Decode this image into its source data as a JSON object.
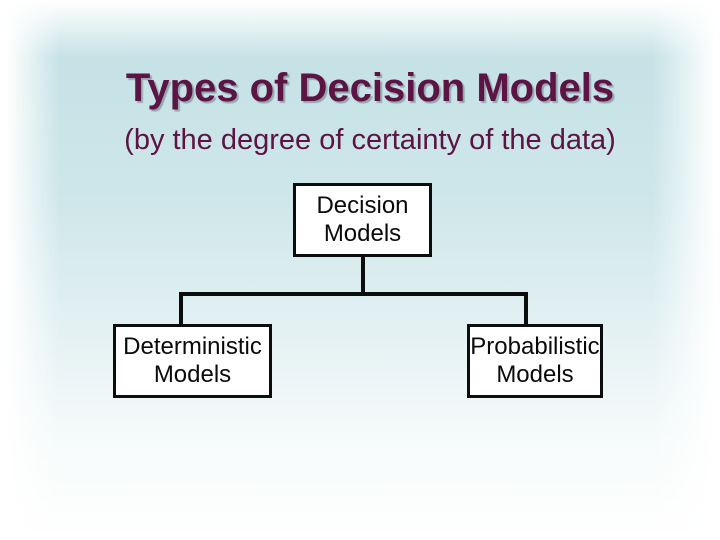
{
  "slide": {
    "title": "Types of Decision Models",
    "subtitle": "(by the degree of certainty of the data)"
  },
  "diagram": {
    "nodes": {
      "root": {
        "line1": "Decision",
        "line2": "Models"
      },
      "left": {
        "line1": "Deterministic",
        "line2": "Models"
      },
      "right": {
        "line1": "Probabilistic",
        "line2": "Models"
      }
    }
  },
  "colors": {
    "title_text": "#5b1443",
    "background_tint": "#c6e2e6",
    "node_fill": "#ffffff",
    "node_border": "#0d0d0d",
    "node_text": "#0a0a0a"
  }
}
